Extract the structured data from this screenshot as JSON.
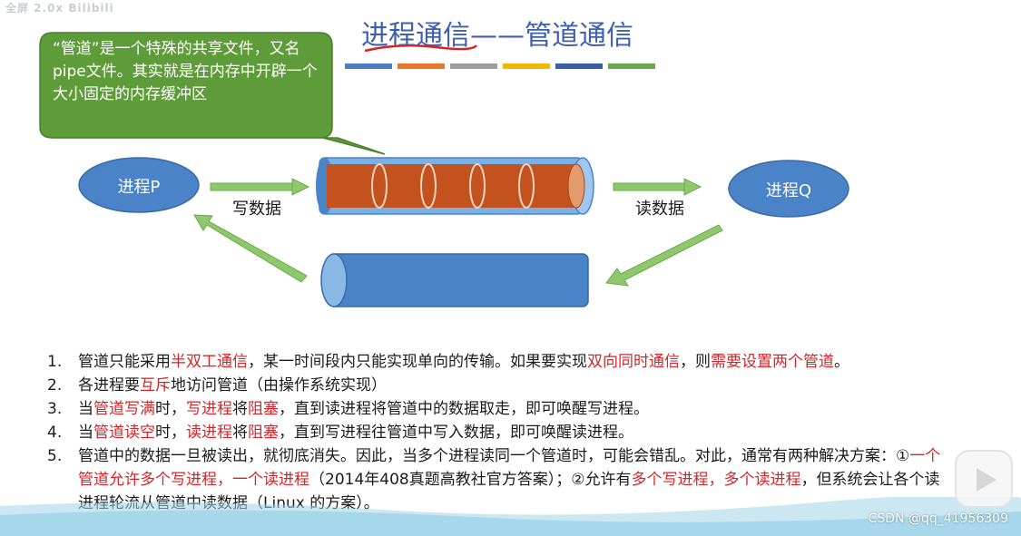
{
  "watermark_top": "全屏  2.0x  Bilibili",
  "title": "进程通信——管道通信",
  "colors": {
    "title": "#3e5fb0",
    "callout_bg": "#5e9c3a",
    "process_fill": "#4a83c8",
    "pipe_body": "#c4521f",
    "arrow": "#8dc86a",
    "highlight_red": "#d4262a"
  },
  "color_bars": [
    "#4a7fc1",
    "#e8772e",
    "#9e9e9e",
    "#f2b705",
    "#3a5da8",
    "#6aa84f"
  ],
  "callout": {
    "text": "“管道”是一个特殊的共享文件，又名pipe文件。其实就是在内存中开辟一个大小固定的内存缓冲区"
  },
  "diagram": {
    "process_p": "进程P",
    "process_q": "进程Q",
    "write_label": "写数据",
    "read_label": "读数据"
  },
  "list": {
    "item1": {
      "num": "1.",
      "a": "管道只能采用",
      "b": "半双工通信",
      "c": "，某一时间段内只能实现单向的传输。如果要实现",
      "d": "双向同时通信",
      "e": "，则",
      "f": "需要设置两个管道",
      "g": "。"
    },
    "item2": {
      "num": "2.",
      "a": "各进程要",
      "b": "互斥",
      "c": "地访问管道（由操作系统实现）"
    },
    "item3": {
      "num": "3.",
      "a": "当",
      "b": "管道写满",
      "c": "时，",
      "d": "写进程",
      "e": "将",
      "f": "阻塞",
      "g": "，直到读进程将管道中的数据取走，即可唤醒写进程。"
    },
    "item4": {
      "num": "4.",
      "a": "当",
      "b": "管道读空",
      "c": "时，",
      "d": "读进程",
      "e": "将",
      "f": "阻塞",
      "g": "，直到写进程往管道中写入数据，即可唤醒读进程。"
    },
    "item5": {
      "num": "5.",
      "a": "管道中的数据一旦被读出，就彻底消失。因此，当多个进程读同一个管道时，可能会错乱。对此，通常有两种解决方案：①",
      "b": "一个管道允许多个写进程，一个读进程",
      "c": "（2014年408真题高教社官方答案）；②允许有",
      "d": "多个写进程，多个读进程",
      "e": "，但系统会让各个读进程轮流从管道中读数据（Linux 的方案）。"
    }
  },
  "csdn_watermark": "CSDN @qq_41956309"
}
